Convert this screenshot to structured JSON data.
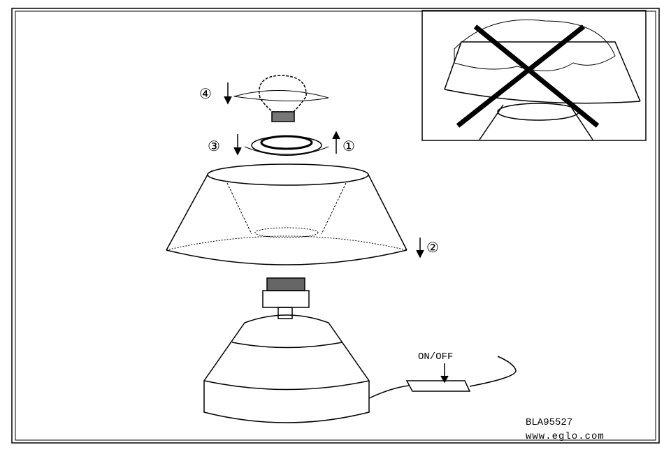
{
  "steps": {
    "s1": "①",
    "s2": "②",
    "s3": "③",
    "s4": "④"
  },
  "switch_label": "ON/OFF",
  "model": "BLA95527",
  "website": "www.eglo.com"
}
